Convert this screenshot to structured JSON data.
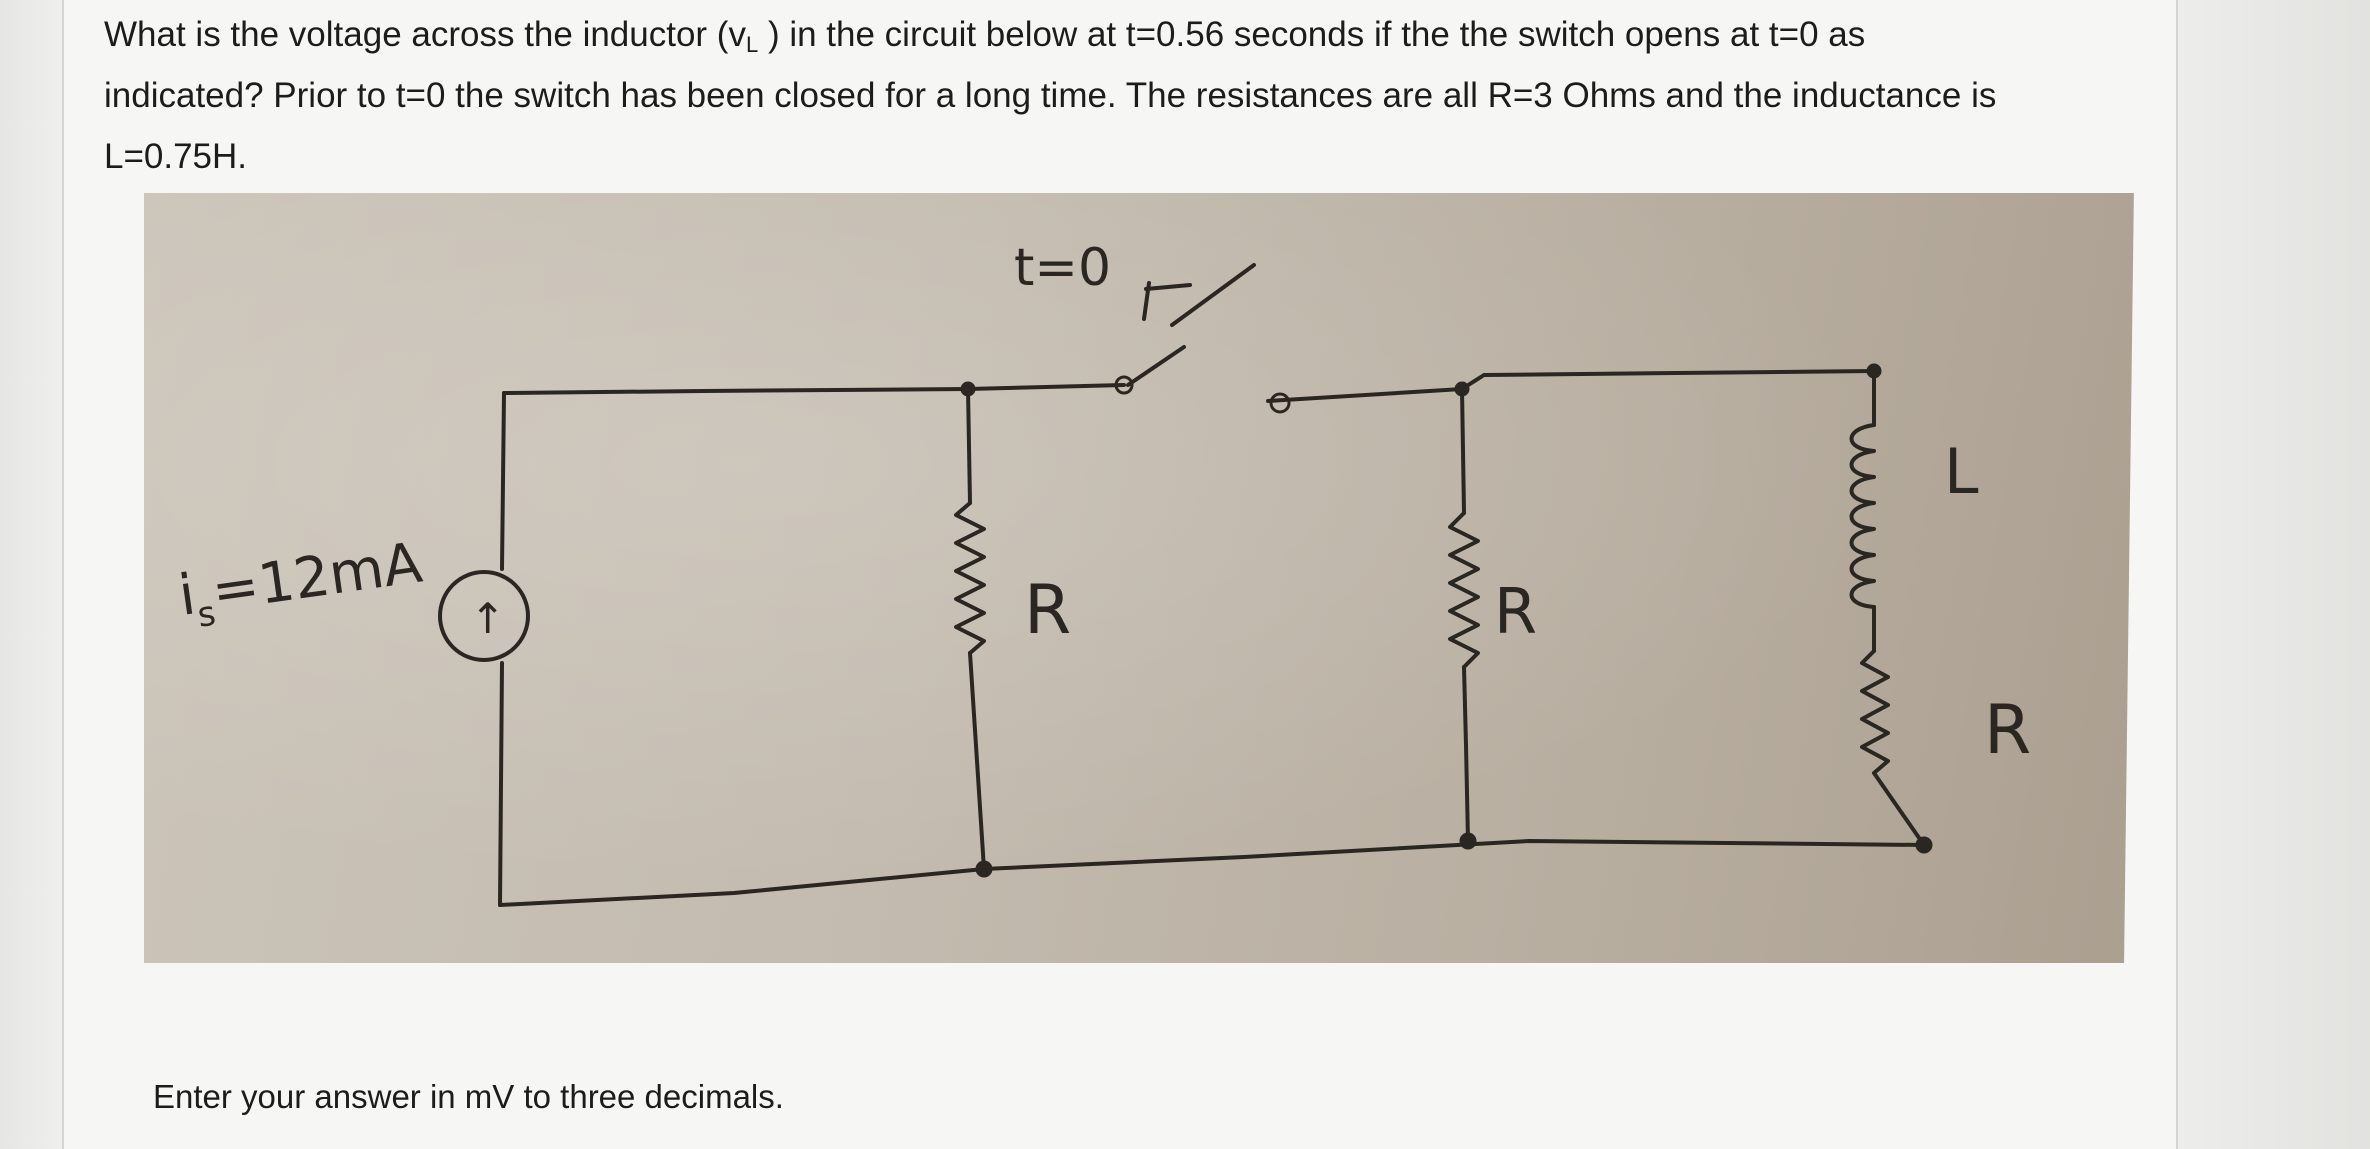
{
  "question": {
    "line1_a": "What is the voltage across the inductor (v",
    "line1_sub": "L",
    "line1_b": " ) in the circuit below at t=0.56 seconds if the the switch opens at t=0 as",
    "line2": "indicated? Prior to t=0 the switch has been closed for a long time. The resistances are all R=3 Ohms and the inductance is",
    "line3": "L=0.75H."
  },
  "circuit": {
    "switch_label": "t=0",
    "source_label": "is=12mA",
    "source_label_main": "i",
    "source_label_sub": "s",
    "source_label_rest": "=12mA",
    "r_label_1": "R",
    "r_label_2": "R",
    "r_label_3": "R",
    "l_label": "L",
    "source_arrow": "↑"
  },
  "answer_prompt": "Enter your answer in mV to three decimals.",
  "colors": {
    "page_bg": "#f6f6f5",
    "photo_bg": "#c3bbaf",
    "ink": "#2a2622",
    "text": "#1c1c1c"
  }
}
